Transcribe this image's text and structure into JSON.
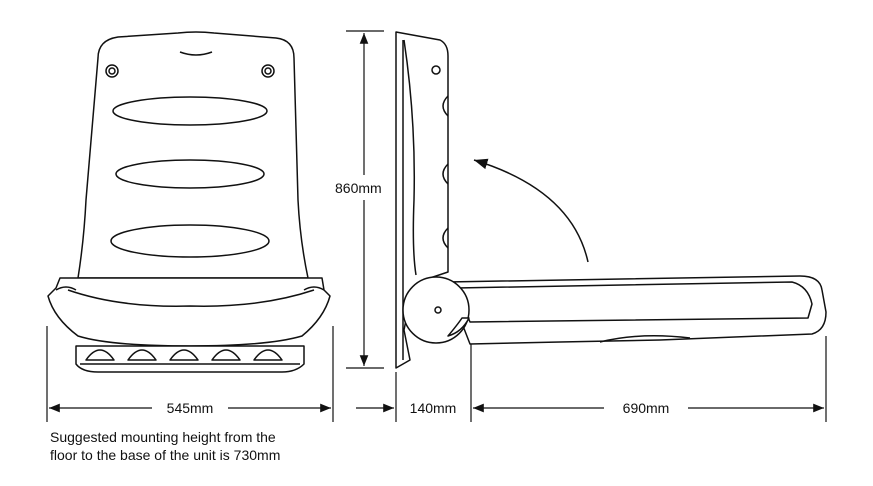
{
  "dimensions": {
    "height": "860mm",
    "width": "545mm",
    "depth_folded": "140mm",
    "depth_open": "690mm"
  },
  "note": {
    "line1": "Suggested mounting height from the",
    "line2": "floor to the base of the unit is 730mm"
  },
  "colors": {
    "stroke": "#111111",
    "fill": "#ffffff"
  }
}
